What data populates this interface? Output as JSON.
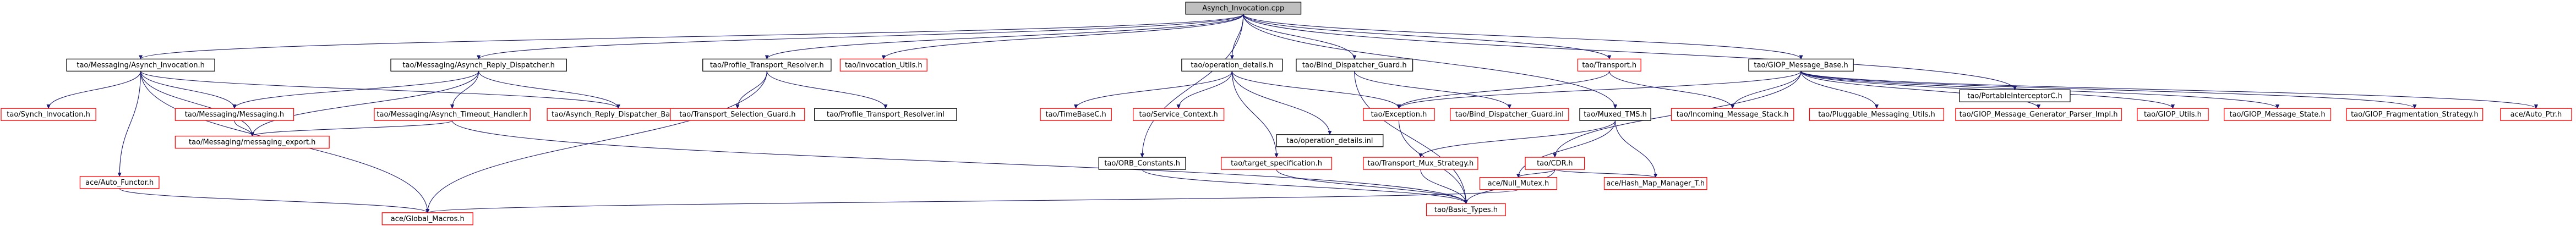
{
  "nodes": [
    {
      "id": "root",
      "label": "Asynch_Invocation.cpp",
      "style": "root"
    },
    {
      "id": "ai_h",
      "label": "tao/Messaging/Asynch_Invocation.h",
      "style": "black"
    },
    {
      "id": "ard_h",
      "label": "tao/Messaging/Asynch_Reply_Dispatcher.h",
      "style": "black"
    },
    {
      "id": "ptr_h",
      "label": "tao/Profile_Transport_Resolver.h",
      "style": "black"
    },
    {
      "id": "inv_utils",
      "label": "tao/Invocation_Utils.h",
      "style": "red"
    },
    {
      "id": "opd_h",
      "label": "tao/operation_details.h",
      "style": "black"
    },
    {
      "id": "bdg_h",
      "label": "tao/Bind_Dispatcher_Guard.h",
      "style": "black"
    },
    {
      "id": "transport_h",
      "label": "tao/Transport.h",
      "style": "red"
    },
    {
      "id": "giop_mb",
      "label": "tao/GIOP_Message_Base.h",
      "style": "black"
    },
    {
      "id": "pi_h",
      "label": "tao/PortableInterceptorC.h",
      "style": "black"
    },
    {
      "id": "synch_inv",
      "label": "tao/Synch_Invocation.h",
      "style": "red"
    },
    {
      "id": "msg_h",
      "label": "tao/Messaging/Messaging.h",
      "style": "red"
    },
    {
      "id": "ardb_h",
      "label": "tao/Asynch_Reply_Dispatcher_Base.h",
      "style": "red"
    },
    {
      "id": "ath_h",
      "label": "tao/Messaging/Asynch_Timeout_Handler.h",
      "style": "red"
    },
    {
      "id": "tsg_h",
      "label": "tao/Transport_Selection_Guard.h",
      "style": "red"
    },
    {
      "id": "ptr_inl",
      "label": "tao/Profile_Transport_Resolver.inl",
      "style": "black"
    },
    {
      "id": "tbc_h",
      "label": "tao/TimeBaseC.h",
      "style": "red"
    },
    {
      "id": "sc_h",
      "label": "tao/Service_Context.h",
      "style": "red"
    },
    {
      "id": "exc_h",
      "label": "tao/Exception.h",
      "style": "red"
    },
    {
      "id": "bdg_inl",
      "label": "tao/Bind_Dispatcher_Guard.inl",
      "style": "red"
    },
    {
      "id": "mtms_h",
      "label": "tao/Muxed_TMS.h",
      "style": "black"
    },
    {
      "id": "ims_h",
      "label": "tao/Incoming_Message_Stack.h",
      "style": "red"
    },
    {
      "id": "pmu_h",
      "label": "tao/Pluggable_Messaging_Utils.h",
      "style": "red"
    },
    {
      "id": "gmgpi_h",
      "label": "tao/GIOP_Message_Generator_Parser_Impl.h",
      "style": "red"
    },
    {
      "id": "gu_h",
      "label": "tao/GIOP_Utils.h",
      "style": "red"
    },
    {
      "id": "gms_h",
      "label": "tao/GIOP_Message_State.h",
      "style": "red"
    },
    {
      "id": "gfs_h",
      "label": "tao/GIOP_Fragmentation_Strategy.h",
      "style": "red"
    },
    {
      "id": "autoptr_h",
      "label": "ace/Auto_Ptr.h",
      "style": "red"
    },
    {
      "id": "mexp_h",
      "label": "tao/Messaging/messaging_export.h",
      "style": "red"
    },
    {
      "id": "opd_inl",
      "label": "tao/operation_details.inl",
      "style": "black"
    },
    {
      "id": "ts_h",
      "label": "tao/target_specification.h",
      "style": "red"
    },
    {
      "id": "tms_h",
      "label": "tao/Transport_Mux_Strategy.h",
      "style": "red"
    },
    {
      "id": "cdr_h",
      "label": "tao/CDR.h",
      "style": "red"
    },
    {
      "id": "orbc_h",
      "label": "tao/ORB_Constants.h",
      "style": "black"
    },
    {
      "id": "af_h",
      "label": "ace/Auto_Functor.h",
      "style": "red"
    },
    {
      "id": "nm_h",
      "label": "ace/Null_Mutex.h",
      "style": "red"
    },
    {
      "id": "hmm_h",
      "label": "ace/Hash_Map_Manager_T.h",
      "style": "red"
    },
    {
      "id": "bt_h",
      "label": "tao/Basic_Types.h",
      "style": "red"
    },
    {
      "id": "gm_h",
      "label": "ace/Global_Macros.h",
      "style": "red"
    }
  ]
}
